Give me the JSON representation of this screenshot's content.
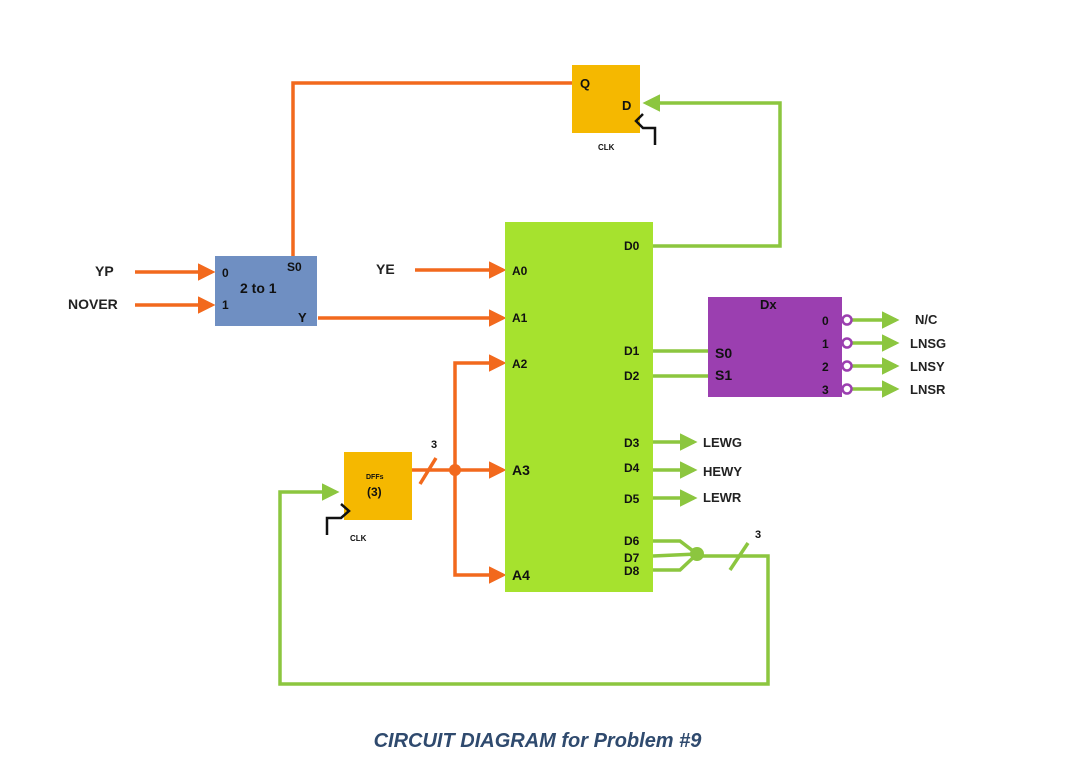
{
  "caption": "CIRCUIT DIAGRAM for Problem #9",
  "colors": {
    "orange_wire": "#f2691d",
    "green_wire": "#8cc63f",
    "dff_fill": "#f5b800",
    "mux_fill": "#6f8fc2",
    "rom_fill": "#a6e22e",
    "decoder_fill": "#9b3fb0"
  },
  "inputs": {
    "yp": "YP",
    "nover": "NOVER",
    "ye": "YE"
  },
  "top_dff": {
    "q": "Q",
    "d": "D",
    "clk": "CLK"
  },
  "mux": {
    "in0": "0",
    "in1": "1",
    "sel": "S0",
    "title": "2 to 1",
    "out": "Y"
  },
  "rom": {
    "inputs": [
      "A0",
      "A1",
      "A2",
      "A3",
      "A4"
    ],
    "outputs": [
      "D0",
      "D1",
      "D2",
      "D3",
      "D4",
      "D5",
      "D6",
      "D7",
      "D8"
    ]
  },
  "state_dffs": {
    "title": "DFFs",
    "count": "(3)",
    "clk": "CLK",
    "bus_width": "3"
  },
  "feedback_bus_width": "3",
  "decoder": {
    "title": "Dx",
    "selects": [
      "S0",
      "S1"
    ],
    "outputs": [
      "0",
      "1",
      "2",
      "3"
    ],
    "output_labels": [
      "N/C",
      "LNSG",
      "LNSY",
      "LNSR"
    ]
  },
  "rom_output_labels": {
    "d3": "LEWG",
    "d4": "HEWY",
    "d5": "LEWR"
  }
}
